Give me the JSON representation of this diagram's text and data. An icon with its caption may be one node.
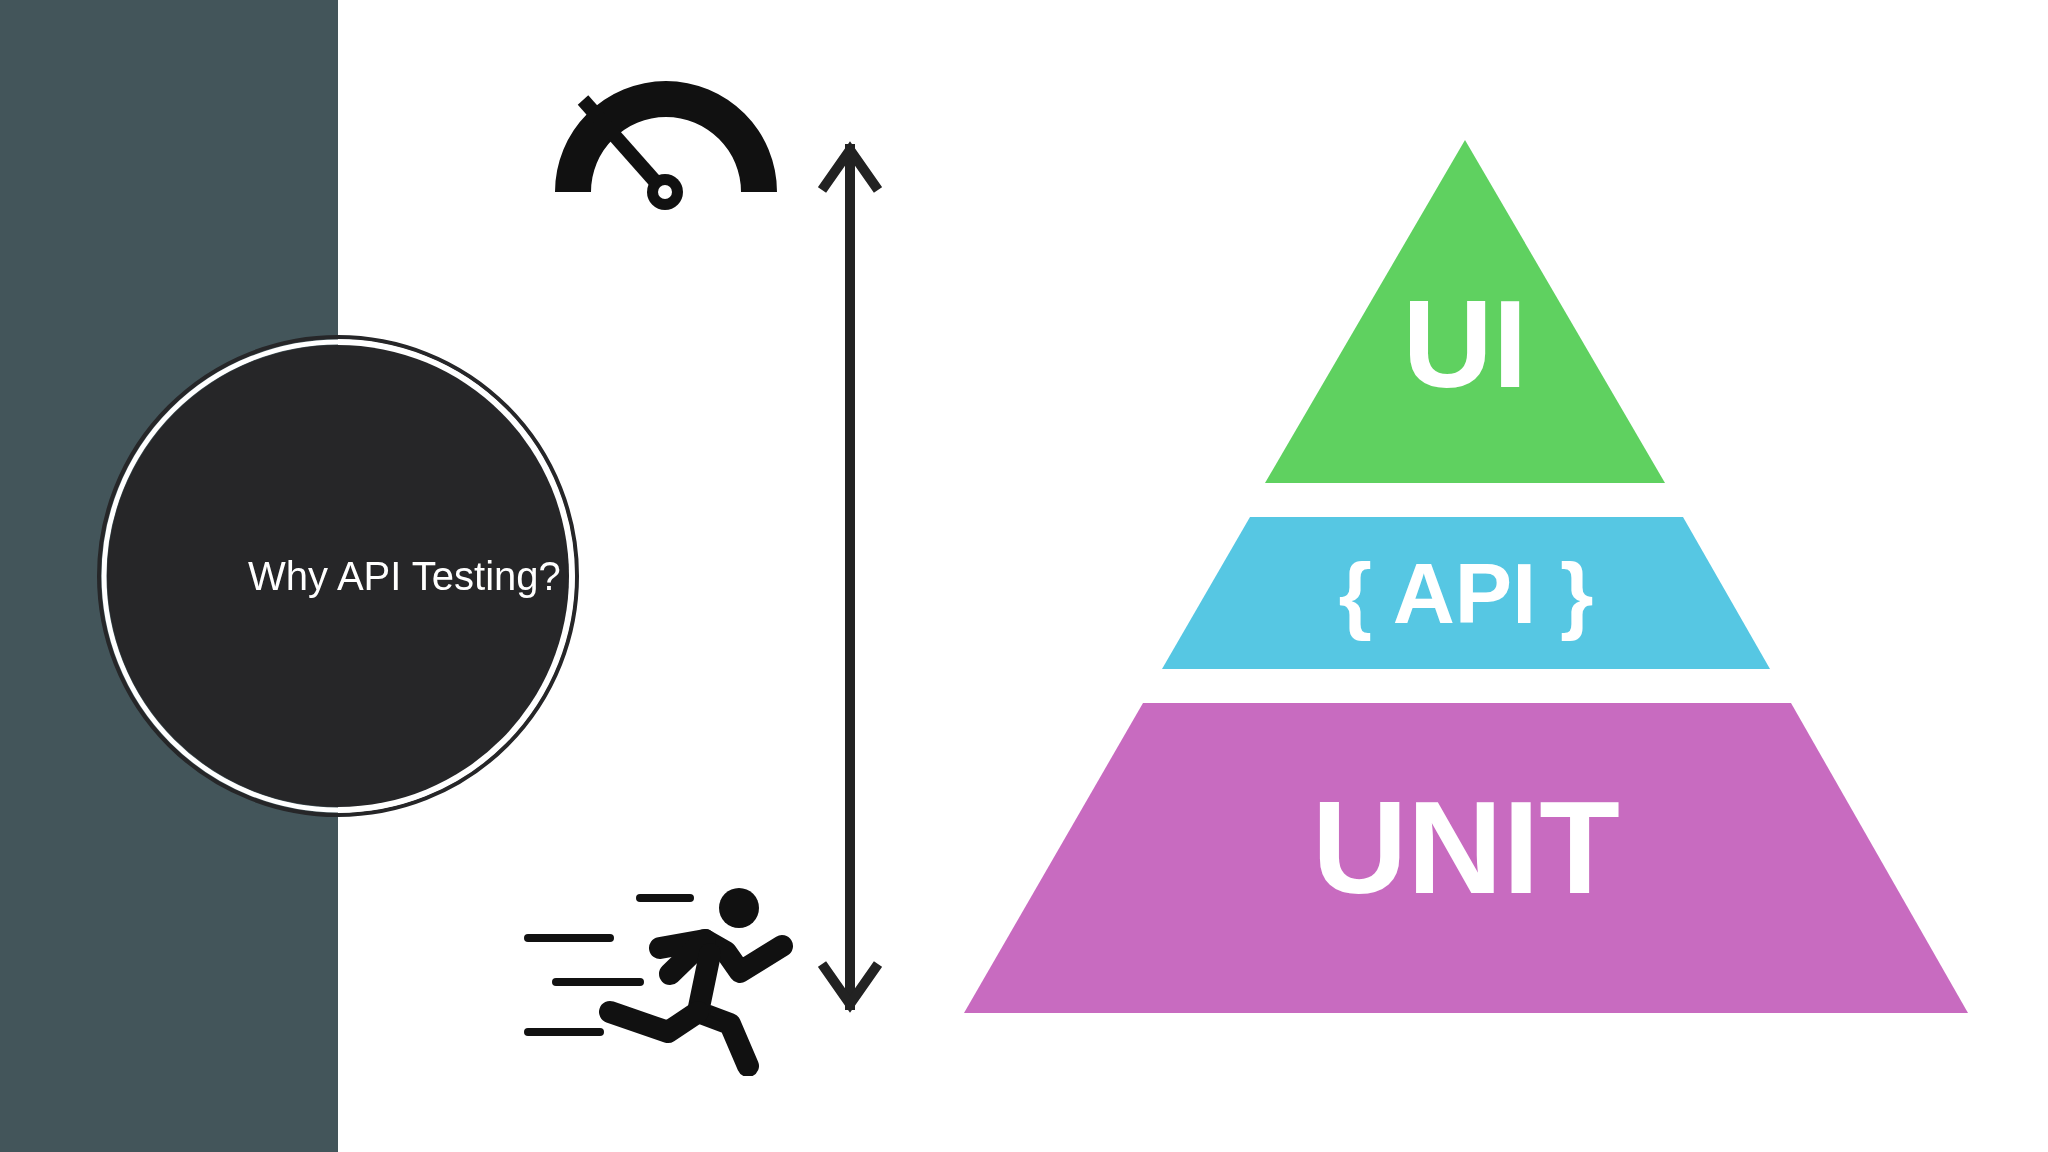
{
  "diagram": {
    "nodes": [
      {
        "text": [
          "Why API Testing?"
        ]
      },
      {
        "text": [
          "UI"
        ]
      },
      {
        "text": [
          "{ API }"
        ]
      },
      {
        "text": [
          "UNIT"
        ]
      }
    ]
  }
}
